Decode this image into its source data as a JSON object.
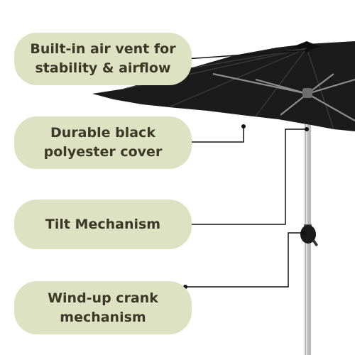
{
  "callouts": [
    {
      "line1": "Built-in air vent for",
      "line2": "stability & airflow"
    },
    {
      "line1": "Durable black",
      "line2": "polyester cover"
    },
    {
      "line1": "Tilt Mechanism",
      "line2": ""
    },
    {
      "line1": "Wind-up crank",
      "line2": "mechanism"
    }
  ],
  "colors": {
    "callout_bg": "#dde3c2",
    "callout_text": "#3a3a26",
    "canopy": "#1b1b1b",
    "pole": "#b9b9b9",
    "leader": "#111111"
  }
}
